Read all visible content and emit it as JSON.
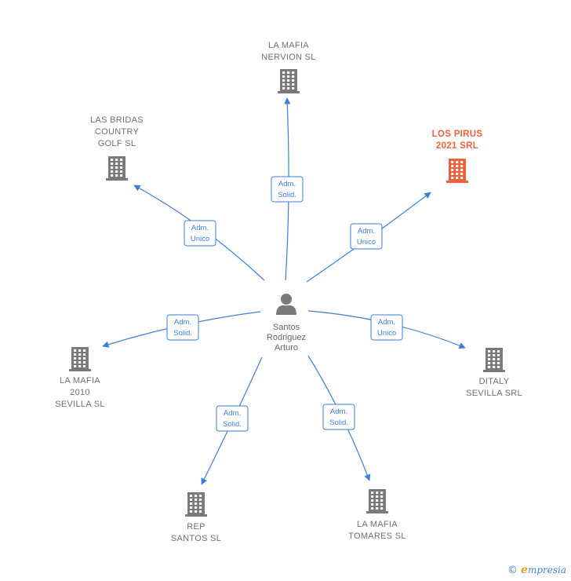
{
  "center": {
    "lines": [
      "Santos",
      "Rodriguez",
      "Arturo"
    ],
    "icon": "person-icon"
  },
  "companies": [
    {
      "id": "la-mafia-nervion",
      "lines": [
        "LA MAFIA",
        "NERVION SL"
      ],
      "role": [
        "Adm.",
        "Solid."
      ],
      "highlight": false,
      "icon": "building-icon"
    },
    {
      "id": "los-pirus",
      "lines": [
        "LOS PIRUS",
        "2021 SRL"
      ],
      "role": [
        "Adm.",
        "Unico"
      ],
      "highlight": true,
      "icon": "building-icon"
    },
    {
      "id": "ditaly",
      "lines": [
        "DITALY",
        "SEVILLA SRL"
      ],
      "role": [
        "Adm.",
        "Unico"
      ],
      "highlight": false,
      "icon": "building-icon"
    },
    {
      "id": "la-mafia-tomares",
      "lines": [
        "LA MAFIA",
        "TOMARES  SL"
      ],
      "role": [
        "Adm.",
        "Solid."
      ],
      "highlight": false,
      "icon": "building-icon"
    },
    {
      "id": "rep-santos",
      "lines": [
        "REP",
        "SANTOS  SL"
      ],
      "role": [
        "Adm.",
        "Solid."
      ],
      "highlight": false,
      "icon": "building-icon"
    },
    {
      "id": "la-mafia-2010",
      "lines": [
        "LA MAFIA",
        "2010",
        "SEVILLA SL"
      ],
      "role": [
        "Adm.",
        "Solid."
      ],
      "highlight": false,
      "icon": "building-icon"
    },
    {
      "id": "las-bridas",
      "lines": [
        "LAS BRIDAS",
        "COUNTRY",
        "GOLF SL"
      ],
      "role": [
        "Adm.",
        "Unico"
      ],
      "highlight": false,
      "icon": "building-icon"
    }
  ],
  "colors": {
    "edge": "#3d7fd6",
    "building": "#7a7a7a",
    "building_highlight": "#f0603a",
    "person": "#7a7a7a"
  },
  "brand": {
    "copyright": "©",
    "first_letter": "e",
    "rest": "mpresia"
  }
}
